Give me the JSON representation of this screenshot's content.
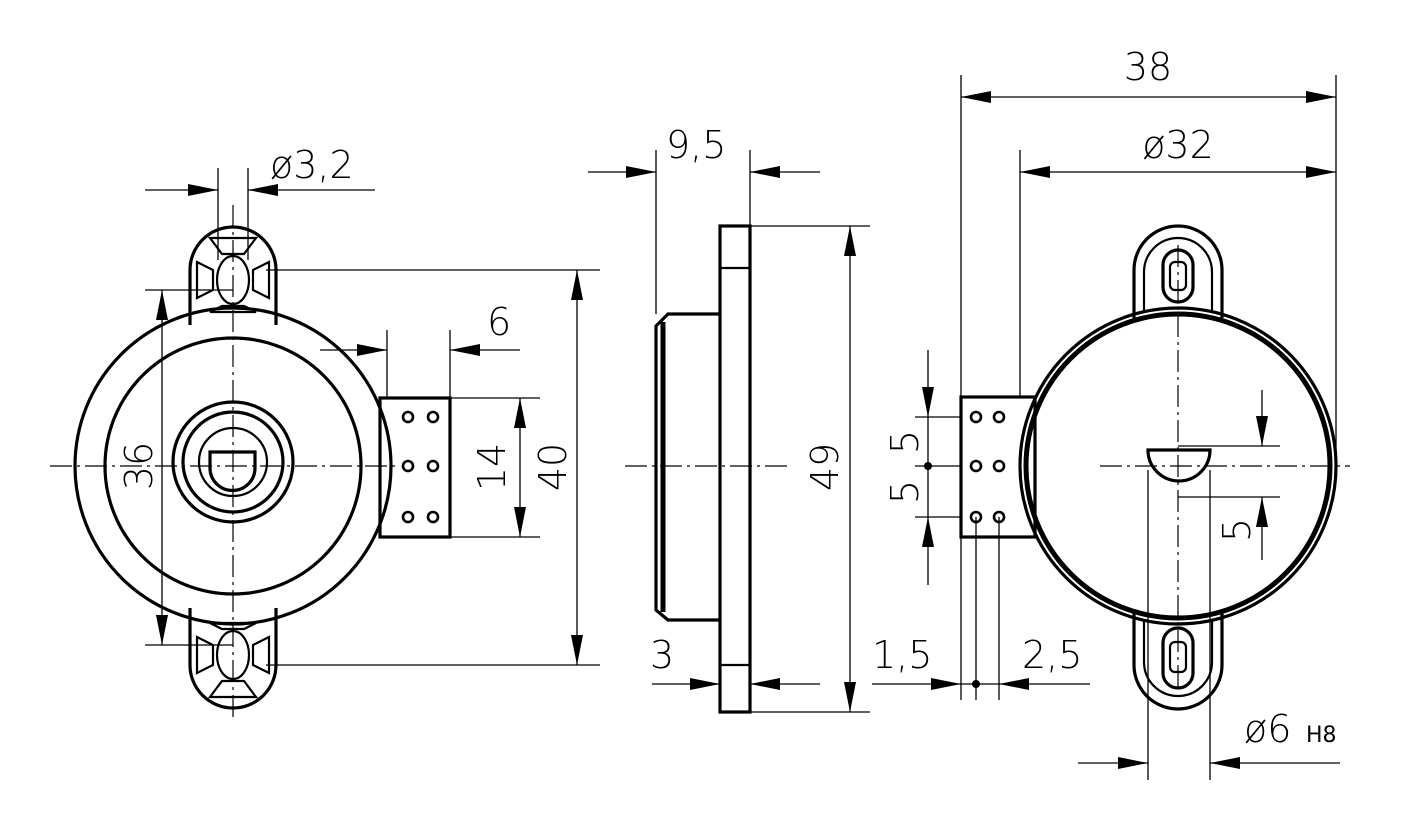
{
  "dimensions": {
    "front": {
      "hole_dia": "ø3,2",
      "overall_height": "40",
      "mount_spacing": "36",
      "terminal_width": "6",
      "terminal_height": "14"
    },
    "side": {
      "depth": "9,5",
      "height": "49",
      "flange": "3"
    },
    "rear": {
      "overall_width": "38",
      "body_dia": "ø32",
      "pin_spacing_upper": "5",
      "pin_spacing_lower": "5",
      "pin_offset_a": "1,5",
      "pin_offset_b": "2,5",
      "port_offset": "5",
      "port_dia": "ø6",
      "port_tolerance": "H8"
    }
  }
}
